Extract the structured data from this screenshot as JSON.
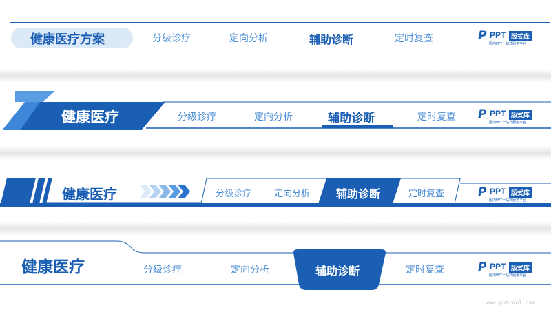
{
  "nav_variants": [
    {
      "title": "健康医疗方案",
      "items": [
        "分级诊疗",
        "定向分析",
        "辅助诊断",
        "定时复查"
      ],
      "active_index": 2
    },
    {
      "title": "健康医疗",
      "items": [
        "分级诊疗",
        "定向分析",
        "辅助诊断",
        "定时复查"
      ],
      "active_index": 2
    },
    {
      "title": "健康医疗",
      "items": [
        "分级诊疗",
        "定向分析",
        "辅助诊断",
        "定时复查"
      ],
      "active_index": 2
    },
    {
      "title": "健康医疗",
      "items": [
        "分级诊疗",
        "定向分析",
        "辅助诊断",
        "定时复查"
      ],
      "active_index": 2
    }
  ],
  "logo": {
    "mark": "P",
    "name": "PPT",
    "badge": "版式库",
    "tagline": "国内PPT一站式服务平台"
  },
  "watermark": "www.pptcool.com",
  "colors": {
    "primary": "#1a5fb4",
    "light": "#4d8fd6",
    "pill": "#dce9f7"
  }
}
